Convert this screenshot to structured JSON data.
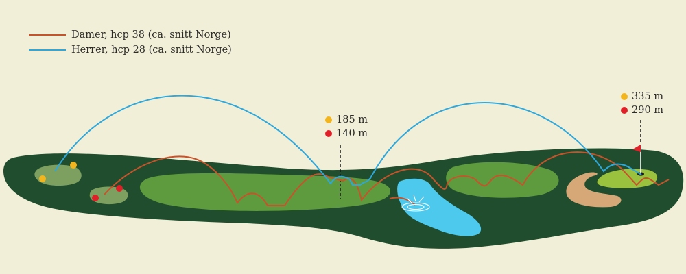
{
  "legend": {
    "items": [
      {
        "label": "Damer, hcp 38 (ca. snitt Norge)",
        "color": "#c8532a"
      },
      {
        "label": "Herrer, hcp 28 (ca. snitt Norge)",
        "color": "#2ea8dc"
      }
    ]
  },
  "markers": {
    "middle": {
      "yellow_distance": "185 m",
      "red_distance": "140 m"
    },
    "green": {
      "yellow_distance": "335 m",
      "red_distance": "290 m"
    }
  },
  "colors": {
    "background": "#f2efd8",
    "rough": "#1f4d2e",
    "fairway": "#5e9a3e",
    "tee": "#7da060",
    "green": "#9bc23f",
    "water": "#4ec9ee",
    "bunker": "#d6a878",
    "yellow_tee": "#f3b51d",
    "red_tee": "#e02028",
    "flag": "#e0242c",
    "women_line": "#c8532a",
    "men_line": "#2ea8dc"
  }
}
